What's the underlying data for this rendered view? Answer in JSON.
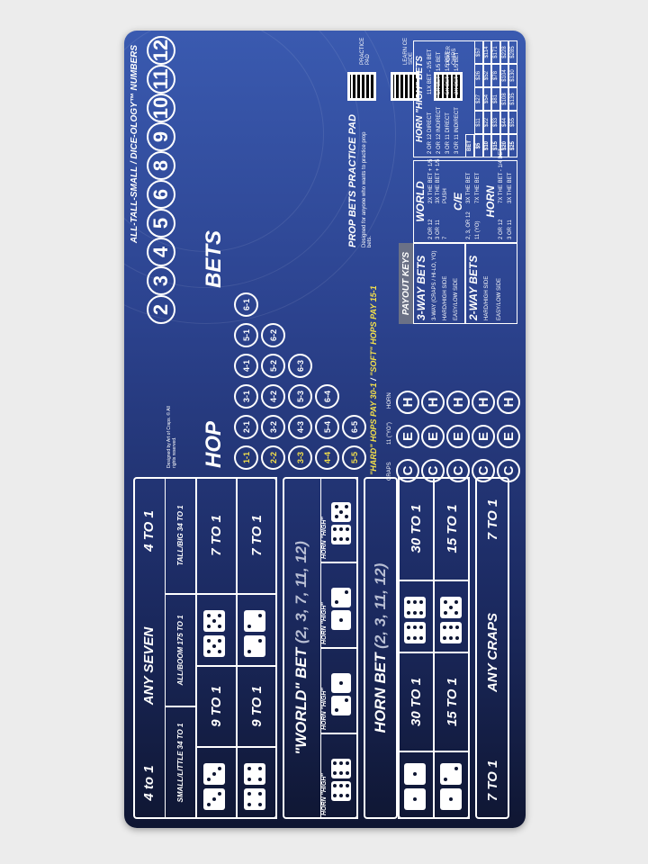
{
  "title_numbers": "ALL-TALL-SMALL / DICE-OLOGY™ NUMBERS",
  "numbers": [
    "2",
    "3",
    "4",
    "5",
    "6",
    "8",
    "9",
    "10",
    "11",
    "12"
  ],
  "copyright": "Designed by Art of Craps. © All rights reserved.",
  "hop": {
    "label": "HOP",
    "bets_label": "BETS",
    "rows": [
      [
        "1-1",
        "2-1",
        "3-1",
        "4-1",
        "5-1",
        "6-1"
      ],
      [
        "2-2",
        "3-2",
        "4-2",
        "5-2",
        "6-2"
      ],
      [
        "3-3",
        "4-3",
        "5-3",
        "6-3"
      ],
      [
        "4-4",
        "5-4",
        "6-4"
      ],
      [
        "5-5",
        "6-5"
      ]
    ],
    "hard_caption": "\"HARD\" HOPS PAY 30-1",
    "separator": "/",
    "soft_caption": "\"SOFT\" HOPS PAY 15-1"
  },
  "ceh_labels": {
    "craps": "CRAPS",
    "yo": "11 (\"YO\")",
    "horn": "HORN",
    "c": "C",
    "e": "E",
    "h": "H"
  },
  "table": {
    "four_to_one": "4 to 1",
    "any_seven": "ANY SEVEN",
    "four_to_one_caps": "4 TO 1",
    "small": "SMALL/LITTLE 34 TO 1",
    "all": "ALL/BOOM 175 TO 1",
    "tall": "TALL/BIG 34 TO 1",
    "nine_to_one": "9 TO 1",
    "seven_to_one": "7 TO 1",
    "world_label": "\"WORLD\" BET",
    "world_nums": "(2, 3, 7, 11, 12)",
    "horn_high": "HORN \"HIGH\"",
    "horn_label": "HORN BET",
    "horn_nums": "(2, 3, 11, 12)",
    "thirty_to_one": "30 TO 1",
    "fifteen_to_one": "15 TO 1",
    "any_craps": "ANY CRAPS"
  },
  "practice": {
    "title": "PROP BETS PRACTICE PAD",
    "body": "Designed for anyone who wants to practice prop bets.",
    "learn": "LEARN CE SIDE",
    "poker": "POKER CHIPS",
    "practice": "PRACTICE PAD"
  },
  "payout_keys": "PAYOUT KEYS",
  "three_way": {
    "title": "3-WAY BETS",
    "rows": [
      "3-WAY (CRAPS / HI-LO, YO)",
      "HARD/HIGH SIDE",
      "EASY/LOW SIDE"
    ]
  },
  "two_way": {
    "title": "2-WAY BETS",
    "rows": [
      "HARD/HIGH SIDE",
      "EASY/LOW SIDE"
    ]
  },
  "world": {
    "title": "WORLD",
    "rows": [
      "2 OR 12",
      "3 OR 11",
      "7"
    ],
    "pays": [
      "2X THE BET + 1/5",
      "3X THE BET + 1/5",
      "PUSH"
    ]
  },
  "ce": {
    "title": "C/E",
    "rows": [
      "2, 3, OR 12",
      "11 (YO)"
    ],
    "pays": [
      "3X THE BET",
      "7X THE BET"
    ]
  },
  "horn": {
    "title": "HORN",
    "rows": [
      "2 OR 12",
      "3 OR 11"
    ],
    "pays": [
      "7X THE BET - 1/4 BET",
      "3X THE BET"
    ]
  },
  "horn_high": {
    "title": "HORN \"HIGH\" BETS",
    "rows": [
      "2 OR 12 DIRECT",
      "2 OR 12 INDIRECT",
      "3 OR 11 DIRECT",
      "3 OR 11 INDIRECT"
    ],
    "pays": [
      "11X BET - 2/5 BET",
      "5X BET - 1/5 BET",
      "5X BET - 1/5 BET",
      "2X BET - 1/5 BET"
    ],
    "bet_col": "BET",
    "bets": [
      "$5",
      "$10",
      "$15",
      "$20",
      "$25"
    ],
    "cols": [
      [
        "$11",
        "$22",
        "$33",
        "$44",
        "$55"
      ],
      [
        "$27",
        "$54",
        "$81",
        "$108",
        "$135"
      ],
      [
        "$26",
        "$52",
        "$78",
        "$104",
        "$130"
      ],
      [
        "$57",
        "$114",
        "$171",
        "$228",
        "$285"
      ]
    ]
  }
}
